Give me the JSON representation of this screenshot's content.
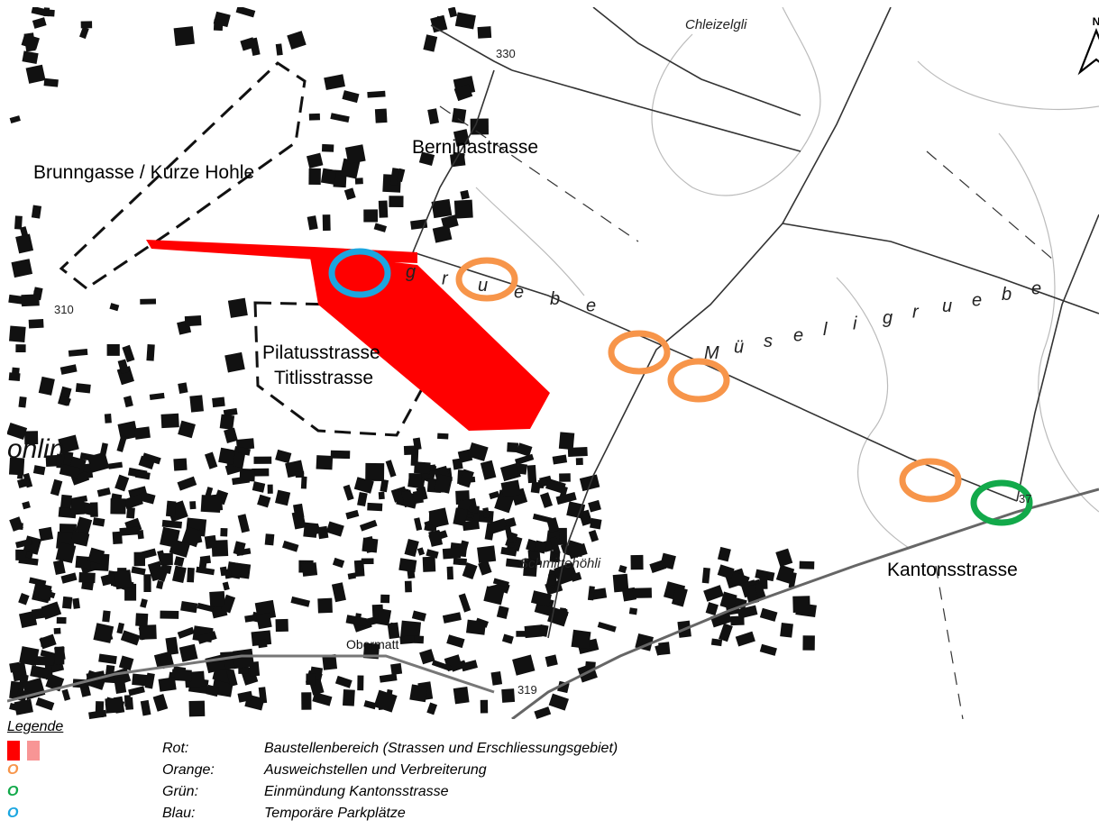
{
  "map": {
    "labels": {
      "chleizelgli": "Chleizelgli",
      "bern": "Berninastrasse",
      "brunngasse": "Brunngasse / Kurze Hohle",
      "pilatus": "Pilatusstrasse",
      "titlis": "Titlisstrasse",
      "kantons": "Kantonsstrasse",
      "schmitte": "Schmittehöhli",
      "obermatt": "Obermatt",
      "hohlin": "ohlin",
      "elev330": "330",
      "elev310": "310",
      "elev319": "319",
      "elev37": "37",
      "north": "N",
      "guebe": [
        "g",
        "r",
        "u",
        "e",
        "b",
        "e"
      ],
      "museli": [
        "M",
        "ü",
        "s",
        "e",
        "l",
        "i",
        "g",
        "r",
        "u",
        "e",
        "b",
        "e"
      ]
    },
    "colors": {
      "red": "#ff0000",
      "orange": "#f7954a",
      "green": "#12a94a",
      "blue": "#1ba6e0"
    }
  },
  "legend": {
    "title": "Legende",
    "items": [
      {
        "symbol": "",
        "key": "Rot:",
        "value": "Baustellenbereich (Strassen und Erschliessungsgebiet)",
        "color": "#ff0000"
      },
      {
        "symbol": "O",
        "key": "Orange:",
        "value": "Ausweichstellen und Verbreiterung",
        "color": "#f7954a"
      },
      {
        "symbol": "O",
        "key": "Grün:",
        "value": "Einmündung Kantonsstrasse",
        "color": "#12a94a"
      },
      {
        "symbol": "O",
        "key": "Blau:",
        "value": "Temporäre Parkplätze",
        "color": "#1ba6e0"
      }
    ]
  }
}
